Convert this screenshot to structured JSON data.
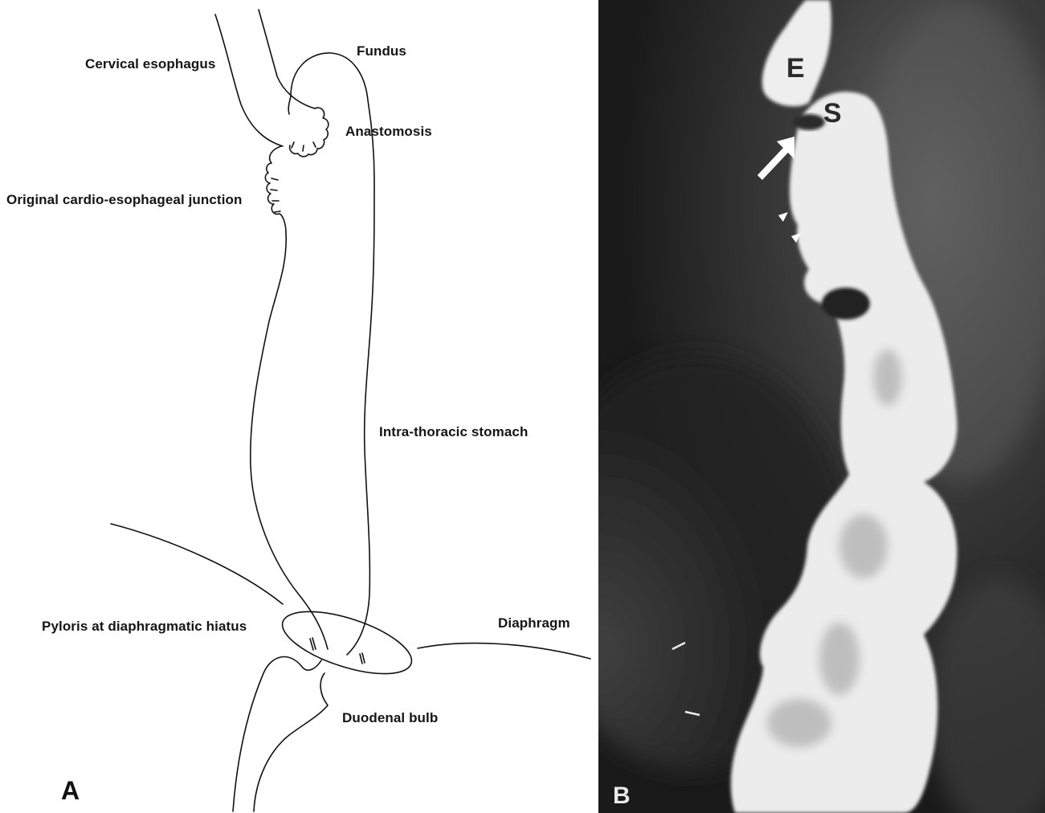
{
  "panel_a": {
    "letter": "A",
    "labels": {
      "cervical_esophagus": "Cervical esophagus",
      "fundus": "Fundus",
      "anastomosis": "Anastomosis",
      "original_junction": "Original cardio-esophageal junction",
      "intra_thoracic_stomach": "Intra-thoracic stomach",
      "pyloris": "Pyloris at diaphragmatic hiatus",
      "diaphragm": "Diaphragm",
      "duodenal_bulb": "Duodenal bulb"
    }
  },
  "panel_b": {
    "letter": "B",
    "markers": {
      "esophagus": "E",
      "stomach": "S"
    }
  },
  "colors": {
    "line": "#111111",
    "xray_background": "#1d1d1d",
    "barium": "#f2f2f2"
  }
}
